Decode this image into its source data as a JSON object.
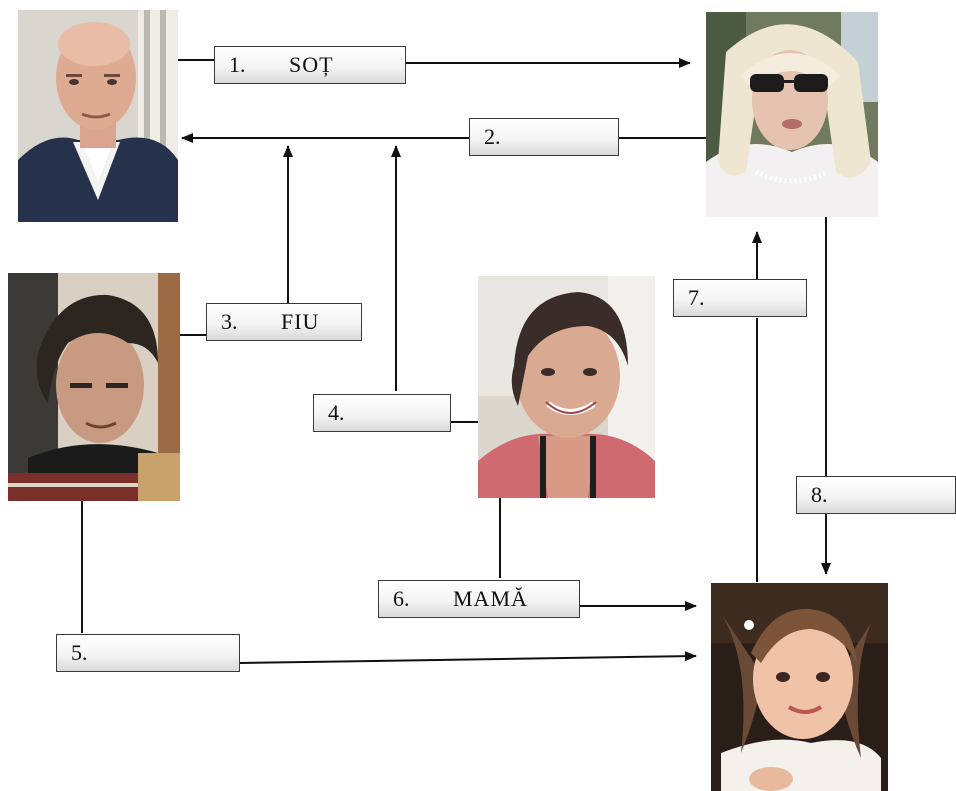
{
  "photos": {
    "husband": "photo of bald man in white shirt and dark jacket",
    "wife": "photo of blonde woman with sunglasses and pearl necklace",
    "son": "photo of dark-haired man reading a book",
    "daughter_in_law": "photo of smiling short-haired woman",
    "granddaughter": "photo of young girl with pigtails"
  },
  "boxes": [
    {
      "num": "1.",
      "text": "SOȚ"
    },
    {
      "num": "2.",
      "text": ""
    },
    {
      "num": "3.",
      "text": "FIU"
    },
    {
      "num": "4.",
      "text": ""
    },
    {
      "num": "5.",
      "text": ""
    },
    {
      "num": "6.",
      "text": "MAMĂ"
    },
    {
      "num": "7.",
      "text": ""
    },
    {
      "num": "8.",
      "text": ""
    }
  ]
}
